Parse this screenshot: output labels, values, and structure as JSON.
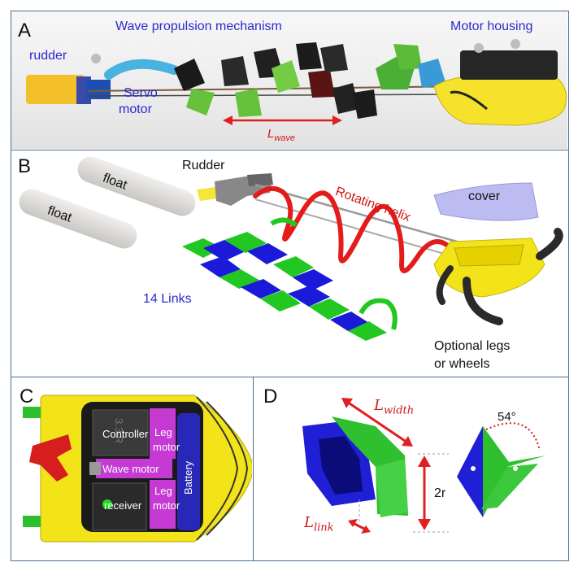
{
  "panels": {
    "a": {
      "letter": "A",
      "labels": {
        "wave": "Wave propulsion mechanism",
        "motor_housing": "Motor housing",
        "rudder": "rudder",
        "servo": "Servo",
        "motor": "motor",
        "l_base": "L",
        "l_sub": "wave"
      }
    },
    "b": {
      "letter": "B",
      "labels": {
        "float1": "float",
        "float2": "float",
        "rudder": "Rudder",
        "helix": "Rotating helix",
        "cover": "cover",
        "links": "14 Links",
        "legs1": "Optional legs",
        "legs2": "or wheels"
      }
    },
    "c": {
      "letter": "C",
      "labels": {
        "controller": "Controller",
        "leg1a": "Leg",
        "leg1b": "motor",
        "wave_motor": "Wave motor",
        "leg2a": "Leg",
        "leg2b": "motor",
        "receiver": "receiver",
        "battery": "Battery",
        "chip": "3.3 R"
      }
    },
    "d": {
      "letter": "D",
      "labels": {
        "lwidth_base": "L",
        "lwidth_sub": "width",
        "llink_base": "L",
        "llink_sub": "link",
        "two_r": "2r",
        "angle": "54°"
      }
    }
  },
  "colors": {
    "border": "#4d6f8f",
    "label_blue": "#2a2ad0",
    "label_red": "#d01818",
    "link_green": "#2fbf2f",
    "link_blue": "#1f1fd6",
    "housing_yellow": "#f2e418",
    "helix_red": "#e31b1b"
  }
}
